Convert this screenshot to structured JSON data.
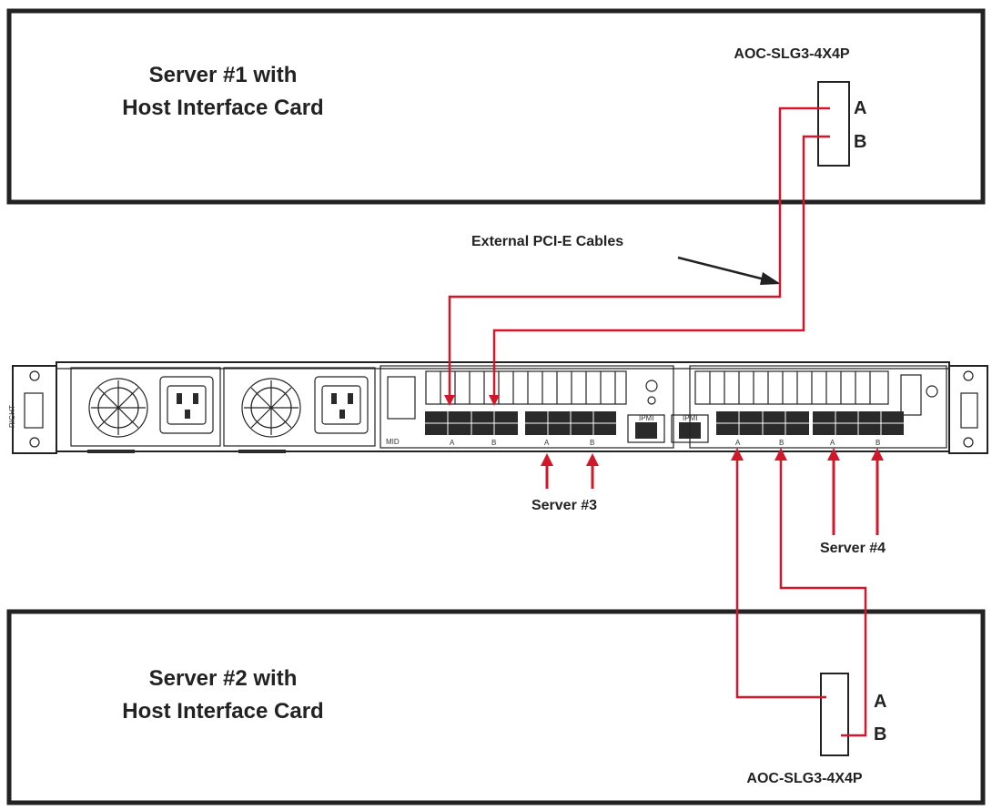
{
  "colors": {
    "cable": "#d3172a",
    "line": "#222222"
  },
  "server1": {
    "title_line1": "Server #1 with",
    "title_line2": "Host Interface Card",
    "card_model": "AOC-SLG3-4X4P",
    "port_a": "A",
    "port_b": "B"
  },
  "server2": {
    "title_line1": "Server #2 with",
    "title_line2": "Host Interface Card",
    "card_model": "AOC-SLG3-4X4P",
    "port_a": "A",
    "port_b": "B"
  },
  "cables_label": "External PCI-E Cables",
  "server3_label": "Server #3",
  "server4_label": "Server #4",
  "chassis": {
    "port_letters": [
      "A",
      "B",
      "A",
      "B",
      "A",
      "B",
      "A",
      "B"
    ],
    "ipmi_label": "IPMI",
    "ipmi_label2": "IPMI",
    "left_ear_text": "RIGHT",
    "mid_text": "MID"
  }
}
